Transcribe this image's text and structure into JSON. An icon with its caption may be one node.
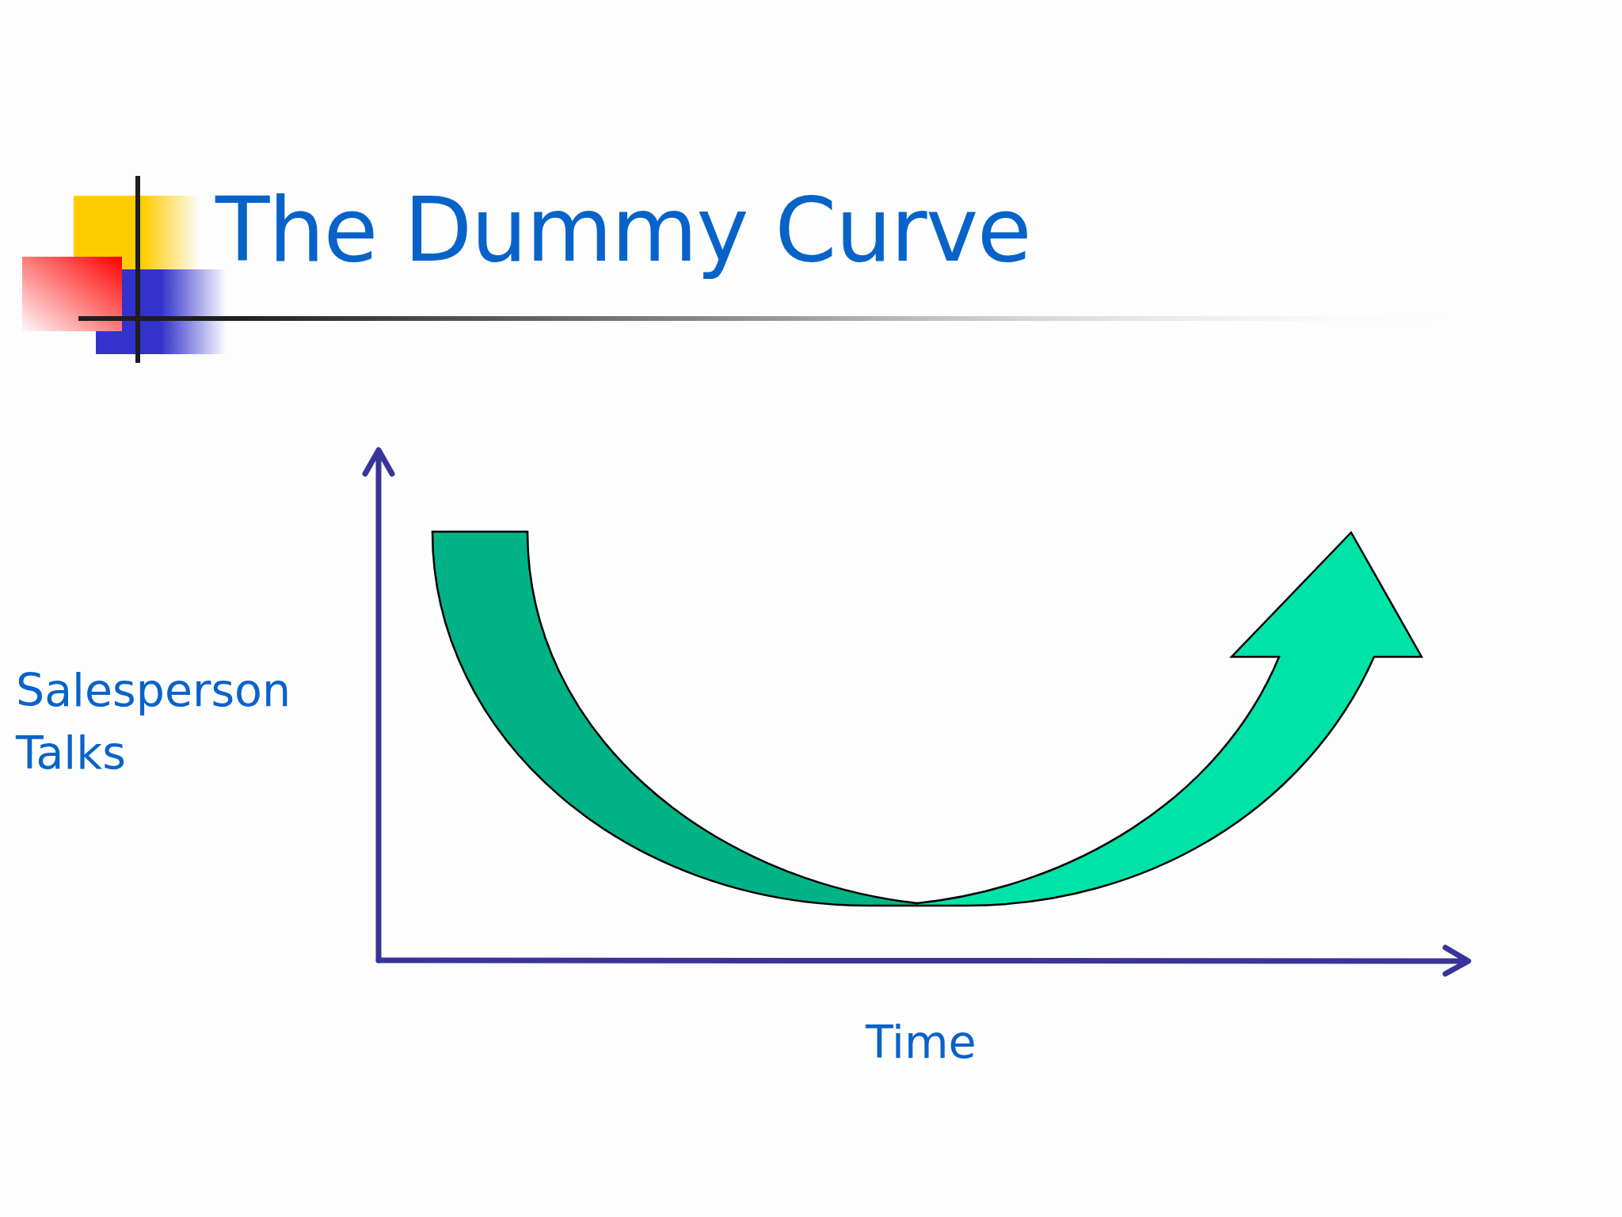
{
  "diagram": {
    "title": "The Dummy Curve",
    "labels": [
      "Salesperson Talks",
      "Time"
    ]
  }
}
